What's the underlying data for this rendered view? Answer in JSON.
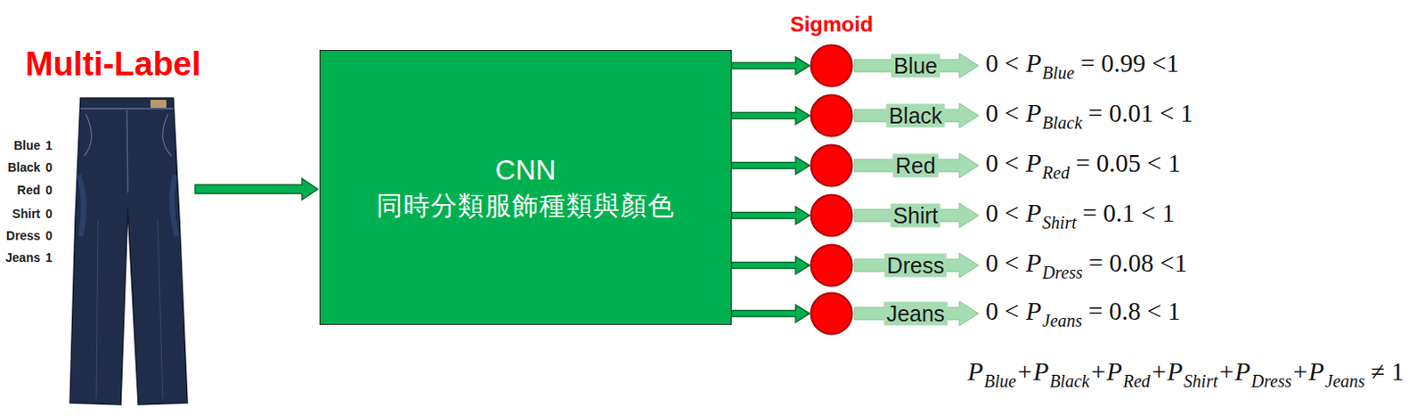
{
  "diagram": {
    "title": "Multi-Label",
    "nodes": [
      {
        "text": [
          "CNN",
          "同時分類服飾種類與顏色"
        ]
      },
      {
        "text": [
          "Blue"
        ]
      },
      {
        "text": [
          "Black"
        ]
      },
      {
        "text": [
          "Red"
        ]
      },
      {
        "text": [
          "Shirt"
        ]
      },
      {
        "text": [
          "Dress"
        ]
      },
      {
        "text": [
          "Jeans"
        ]
      }
    ],
    "edges": [
      {
        "from": 0,
        "to": 1,
        "arrow": "to"
      },
      {
        "from": 0,
        "to": 2,
        "arrow": "to"
      },
      {
        "from": 0,
        "to": 3,
        "arrow": "to"
      },
      {
        "from": 0,
        "to": 4,
        "arrow": "to"
      },
      {
        "from": 0,
        "to": 5,
        "arrow": "to"
      },
      {
        "from": 0,
        "to": 6,
        "arrow": "to"
      }
    ],
    "labels": [
      "Blue",
      "1",
      "Black",
      "0",
      "Red",
      "0",
      "Shirt",
      "0",
      "Dress",
      "0",
      "Jeans",
      "1",
      "Sigmoid",
      "0 <",
      "P",
      "Blue",
      "= 0.99 <1",
      "0 <",
      "P",
      "Black",
      "= 0.01 < 1",
      "0 <",
      "P",
      "Red",
      "= 0.05 < 1",
      "0 <",
      "P",
      "Shirt",
      "= 0.1 < 1",
      "0 <",
      "P",
      "Dress",
      "= 0.08 <1",
      "0 <",
      "P",
      "Jeans",
      "= 0.8 < 1",
      "P",
      "Blue",
      "+P",
      "Black",
      "+P",
      "Red",
      "+P",
      "Shirt",
      "+P",
      "Dress",
      "+P",
      "Jeans",
      "≠ 1"
    ]
  }
}
